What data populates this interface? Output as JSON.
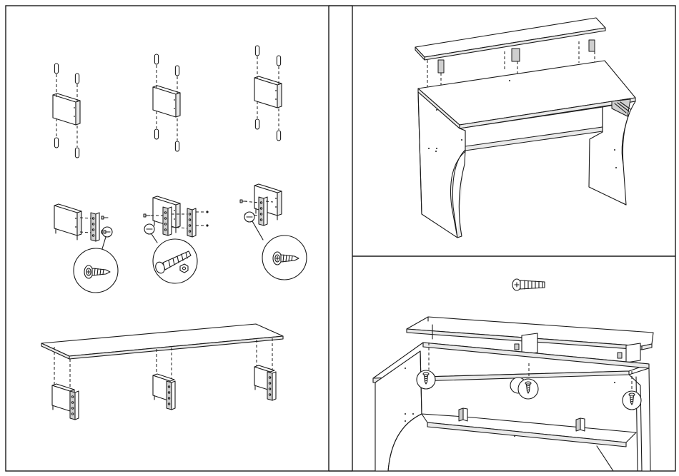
{
  "colors": {
    "ink": "#1a1a1a",
    "paper": "#ffffff",
    "panel_shade": "#e9e9e9",
    "hardware_shade": "#cfcfcf"
  },
  "panels": [
    {
      "name": "dowel-insertion-steps",
      "items": [
        "support-block-with-dowels",
        "support-block-with-dowels",
        "support-block-with-dowels"
      ]
    },
    {
      "name": "bracket-attachment-steps",
      "items": [
        "bracket-with-screw-callout",
        "bracket-with-bolt-callout",
        "bracket-with-screw-callout"
      ]
    },
    {
      "name": "top-shelf-on-supports-step",
      "items": [
        "top-shelf",
        "support-block-left",
        "support-block-middle",
        "support-block-right"
      ]
    },
    {
      "name": "shelf-onto-desk-step",
      "items": [
        "raised-shelf",
        "desk-body"
      ]
    },
    {
      "name": "shelf-fastening-detail",
      "items": [
        "flat-head-bolt",
        "screw-callout-left",
        "screw-callout-middle",
        "screw-callout-right"
      ]
    }
  ],
  "icons": [
    "wooden-dowel-icon",
    "cam-screw-icon",
    "bolt-and-nut-icon",
    "flat-head-bolt-icon",
    "metal-bracket-icon"
  ]
}
